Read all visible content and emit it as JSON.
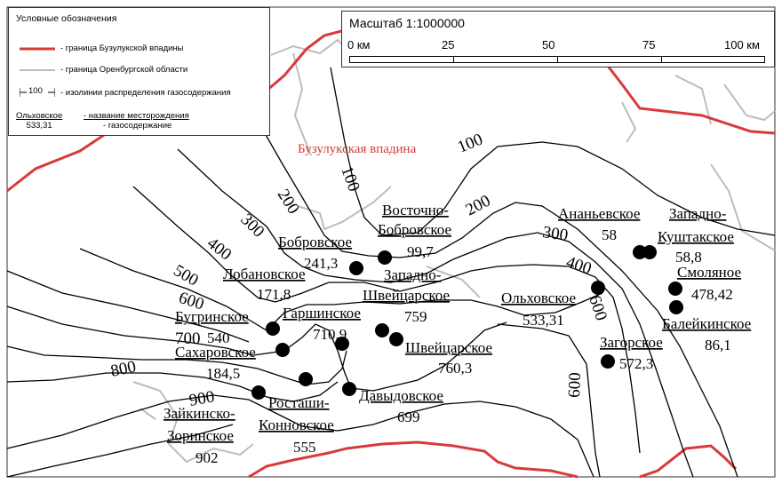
{
  "legend": {
    "title": "Условные обозначения",
    "basin_boundary": "- граница Бузулукской впадины",
    "region_boundary": "- граница Оренбургской области",
    "isoline_sample": "100",
    "isoline_desc": "- изолинии распределения газосодержания",
    "example_name": "Ольховское",
    "example_value": "533,31",
    "example_name_desc": "- название месторождения",
    "example_value_desc": "- газосодержание",
    "colors": {
      "basin": "#d83a3a",
      "region": "#bbbbbb",
      "isoline": "#000000"
    }
  },
  "scale": {
    "title": "Масштаб 1:1000000",
    "ticks": [
      "0 км",
      "25",
      "50",
      "75",
      "100 км"
    ]
  },
  "basin_label": "Бузулукская впадина",
  "isolines": [
    "100",
    "100",
    "200",
    "200",
    "300",
    "300",
    "400",
    "400",
    "500",
    "600",
    "600",
    "600",
    "700",
    "800",
    "900"
  ],
  "fields": [
    {
      "name1": "Восточно-",
      "name2": "Бобровское",
      "value": "99,7"
    },
    {
      "name1": "Бобровское",
      "name2": "",
      "value": "241,3"
    },
    {
      "name1": "Лобановское",
      "name2": "",
      "value": "171,8"
    },
    {
      "name1": "Западно-",
      "name2": "Швейцарское",
      "value": "759"
    },
    {
      "name1": "Гаршинское",
      "name2": "",
      "value": "710,9"
    },
    {
      "name1": "Бугринское",
      "name2": "",
      "value": "540"
    },
    {
      "name1": "Сахаровское",
      "name2": "",
      "value": "184,5"
    },
    {
      "name1": "Швейцарское",
      "name2": "",
      "value": "760,3"
    },
    {
      "name1": "Давыдовское",
      "name2": "",
      "value": "699"
    },
    {
      "name1": "Росташи-",
      "name2": "Конновское",
      "value": "555"
    },
    {
      "name1": "Зайкинско-",
      "name2": "Зоринское",
      "value": "902"
    },
    {
      "name1": "Ольховское",
      "name2": "",
      "value": "533,31"
    },
    {
      "name1": "Ананьевское",
      "name2": "",
      "value": "58"
    },
    {
      "name1": "Западно-",
      "name2": "Куштакское",
      "value": "58,8"
    },
    {
      "name1": "Смоляное",
      "name2": "",
      "value": "478,42"
    },
    {
      "name1": "Балейкинское",
      "name2": "",
      "value": "86,1"
    },
    {
      "name1": "Загорское",
      "name2": "",
      "value": "572,3"
    }
  ]
}
